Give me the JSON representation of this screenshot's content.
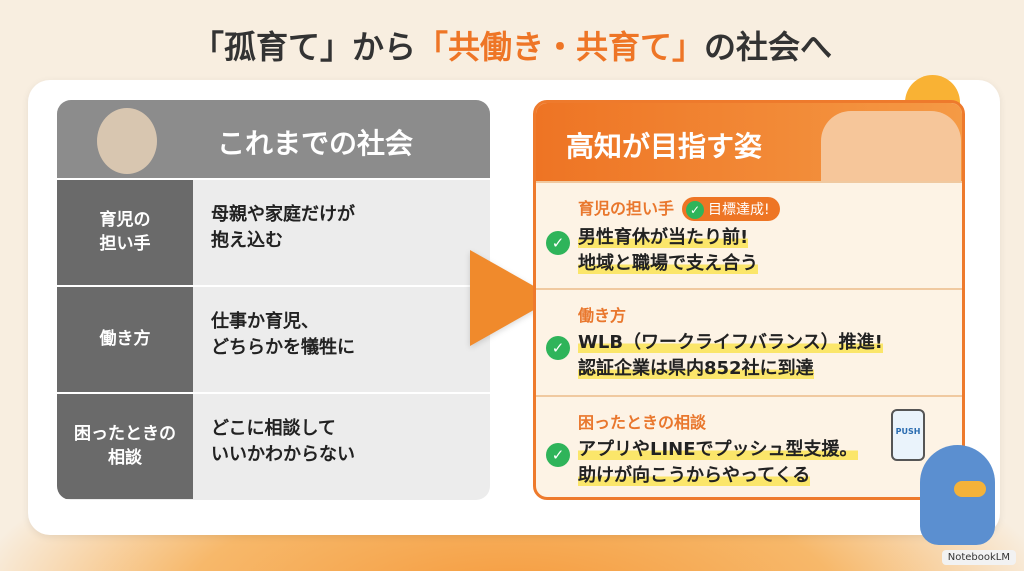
{
  "title": {
    "pre": "「孤育て」から",
    "highlight": "「共働き・共育て」",
    "post": "の社会へ"
  },
  "left": {
    "header": "これまでの社会",
    "rows": [
      {
        "label": "育児の\n担い手",
        "text": "母親や家庭だけが\n抱え込む"
      },
      {
        "label": "働き方",
        "text": "仕事か育児、\nどちらかを犠牲に"
      },
      {
        "label": "困ったときの\n相談",
        "text": "どこに相談して\nいいかわからない"
      }
    ]
  },
  "right": {
    "header": "高知が目指す姿",
    "badge": "目標達成!",
    "rows": [
      {
        "label": "育児の担い手",
        "lines": [
          "男性育休が当たり前!",
          "地域と職場で支え合う"
        ]
      },
      {
        "label": "働き方",
        "lines": [
          "WLB（ワークライフバランス）推進!",
          "認証企業は県内852社に到達"
        ]
      },
      {
        "label": "困ったときの相談",
        "lines": [
          "アプリやLINEでプッシュ型支援。",
          "助けが向こうからやってくる"
        ]
      }
    ]
  },
  "phone_label": "PUSH",
  "watermark": "NotebookLM",
  "colors": {
    "accent": "#ee7524",
    "check": "#2fb45a",
    "gray": "#6a6a6a"
  }
}
